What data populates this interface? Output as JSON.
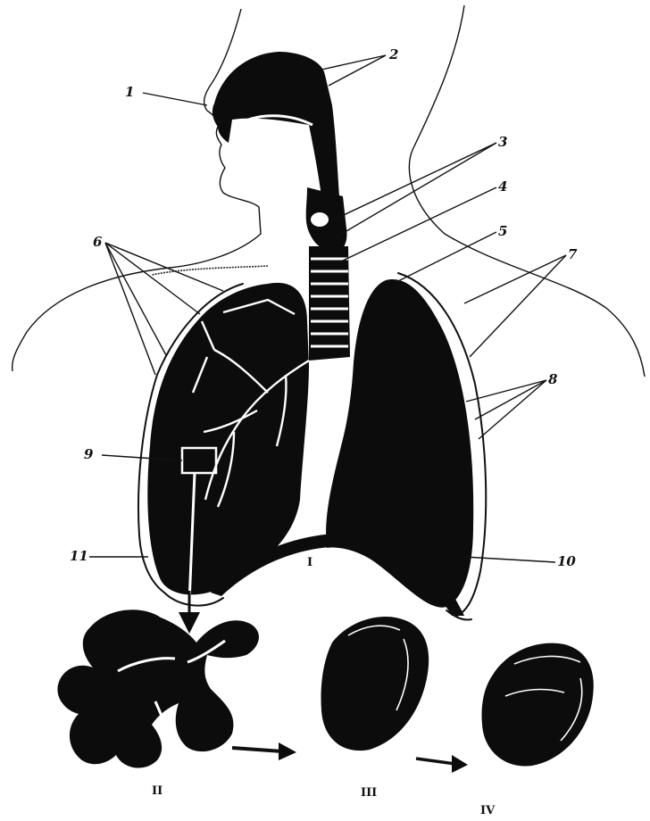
{
  "labels": {
    "l1": "1",
    "l2": "2",
    "l3": "3",
    "l4": "4",
    "l5": "5",
    "l6": "6",
    "l7": "7",
    "l8": "8",
    "l9": "9",
    "l10": "10",
    "l11": "11"
  },
  "stages": {
    "s1": "I",
    "s2": "II",
    "s3": "III",
    "s4": "IV"
  }
}
